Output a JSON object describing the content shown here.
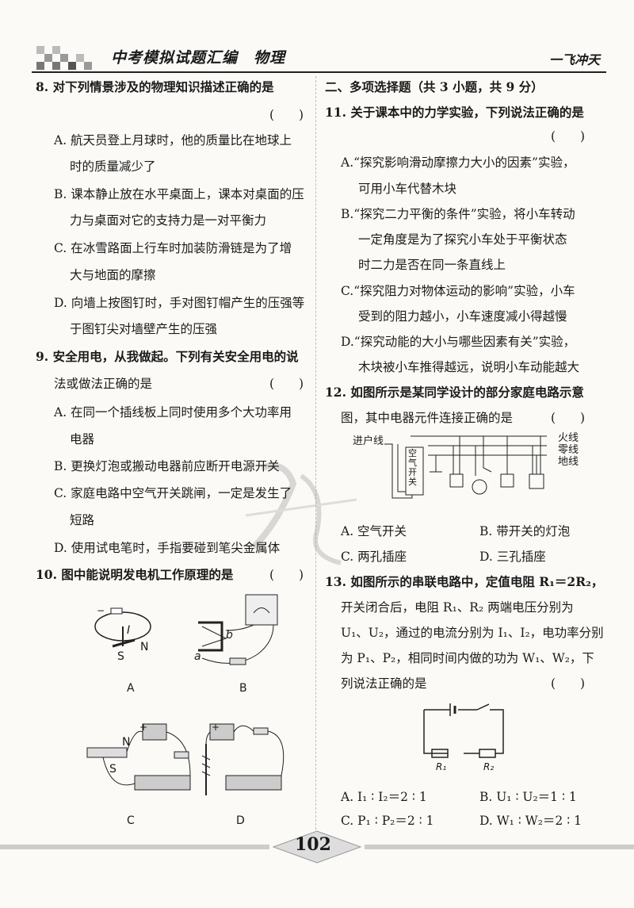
{
  "header": {
    "title": "中考模拟试题汇编　物理",
    "brand": "一飞冲天"
  },
  "page_number": "102",
  "q8": {
    "stem": "8. 对下列情景涉及的物理知识描述正确的是",
    "paren": "(　　)",
    "a1": "A. 航天员登上月球时，他的质量比在地球上",
    "a2": "时的质量减少了",
    "b1": "B. 课本静止放在水平桌面上，课本对桌面的压",
    "b2": "力与桌面对它的支持力是一对平衡力",
    "c1": "C. 在冰雪路面上行车时加装防滑链是为了增",
    "c2": "大与地面的摩擦",
    "d1": "D. 向墙上按图钉时，手对图钉帽产生的压强等",
    "d2": "于图钉尖对墙壁产生的压强"
  },
  "q9": {
    "stem1": "9. 安全用电，从我做起。下列有关安全用电的说",
    "stem2": "法或做法正确的是",
    "paren": "(　　)",
    "a1": "A. 在同一个插线板上同时使用多个大功率用",
    "a2": "电器",
    "b": "B. 更换灯泡或搬动电器前应断开电源开关",
    "c1": "C. 家庭电路中空气开关跳闸，一定是发生了",
    "c2": "短路",
    "d": "D. 使用试电笔时，手指要碰到笔尖金属体"
  },
  "q10": {
    "stem": "10. 图中能说明发电机工作原理的是",
    "paren": "(　　)",
    "fig": {
      "A": "A",
      "B": "B",
      "C": "C",
      "D": "D",
      "I": "I",
      "S": "S",
      "N": "N",
      "a": "a",
      "b": "b",
      "plus": "+",
      "minus": "−"
    }
  },
  "section2": {
    "title": "二、多项选择题（共 3 小题，共 9 分）"
  },
  "q11": {
    "stem": "11. 关于课本中的力学实验，下列说法正确的是",
    "paren": "(　　)",
    "a1": "A.“探究影响滑动摩擦力大小的因素”实验，",
    "a2": "可用小车代替木块",
    "b1": "B.“探究二力平衡的条件”实验，将小车转动",
    "b2": "一定角度是为了探究小车处于平衡状态",
    "b3": "时二力是否在同一条直线上",
    "c1": "C.“探究阻力对物体运动的影响”实验，小车",
    "c2": "受到的阻力越小，小车速度减小得越慢",
    "d1": "D.“探究动能的大小与哪些因素有关”实验，",
    "d2": "木块被小车推得越远，说明小车动能越大"
  },
  "q12": {
    "stem1": "12. 如图所示是某同学设计的部分家庭电路示意",
    "stem2": "图，其中电器元件连接正确的是",
    "paren": "(　　)",
    "fig": {
      "inlet": "进户线",
      "live": "火线",
      "neutral": "零线",
      "ground": "地线",
      "breaker": "空气开关"
    },
    "a": "A. 空气开关",
    "b": "B. 带开关的灯泡",
    "c": "C. 两孔插座",
    "d": "D. 三孔插座"
  },
  "q13": {
    "stem1": "13. 如图所示的串联电路中，定值电阻 R₁＝2R₂，",
    "stem2": "开关闭合后，电阻 R₁、R₂ 两端电压分别为",
    "stem3": "U₁、U₂，通过的电流分别为 I₁、I₂，电功率分别",
    "stem4": "为 P₁、P₂，相同时间内做的功为 W₁、W₂，下",
    "stem5": "列说法正确的是",
    "paren": "(　　)",
    "fig": {
      "r1": "R₁",
      "r2": "R₂"
    },
    "a": "A. I₁ ∶ I₂＝2 ∶ 1",
    "b": "B. U₁ ∶ U₂＝1 ∶ 1",
    "c": "C. P₁ ∶ P₂＝2 ∶ 1",
    "d": "D. W₁ ∶ W₂＝2 ∶ 1"
  }
}
